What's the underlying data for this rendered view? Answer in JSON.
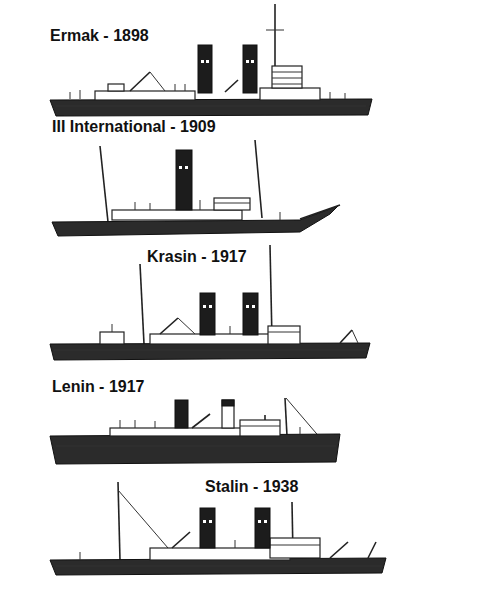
{
  "diagram": {
    "labels": [
      "Ermak - 1898",
      "III International - 1909",
      "Krasin - 1917",
      "Lenin - 1917",
      "Stalin - 1938"
    ]
  }
}
